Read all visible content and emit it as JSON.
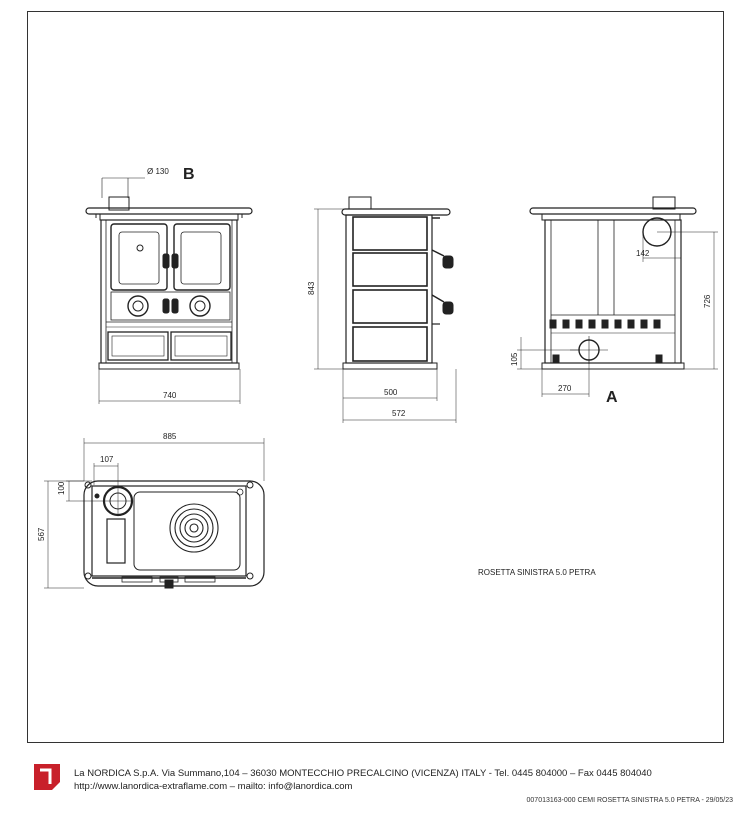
{
  "drawing": {
    "model_name": "ROSETTA SINISTRA 5.0 PETRA",
    "view_labels": {
      "flue_top": "B",
      "air_inlet": "A"
    },
    "front_view": {
      "flue_diameter_label": "Ø 130",
      "width_label": "740"
    },
    "side_view": {
      "height_label": "843",
      "depth_body_label": "500",
      "depth_total_label": "572"
    },
    "back_view": {
      "flue_offset_label": "142",
      "flue_height_label": "726",
      "inlet_height_label": "105",
      "inlet_offset_label": "270"
    },
    "top_view": {
      "width_label": "885",
      "flue_x_label": "107",
      "flue_y_label": "100",
      "depth_label": "567"
    }
  },
  "footer": {
    "company_line": "La NORDICA S.p.A. Via Summano,104 – 36030 MONTECCHIO PRECALCINO (VICENZA) ITALY - Tel. 0445 804000 – Fax 0445 804040",
    "web_line": "http://www.lanordica-extraflame.com – mailto: info@lanordica.com",
    "document_ref": "007013163-000 CEMI ROSETTA SINISTRA 5.0 PETRA - 29/05/23",
    "logo_color": "#c8202a"
  }
}
